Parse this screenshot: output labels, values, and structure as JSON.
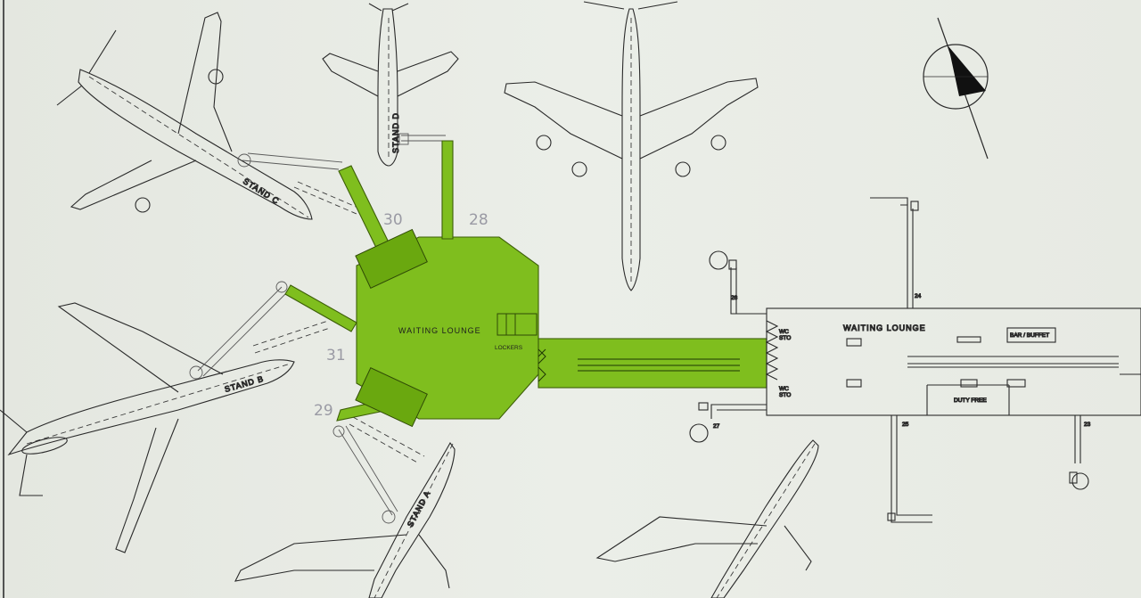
{
  "lounge_main": "WAITING LOUNGE",
  "lounge_east": "WAITING LOUNGE",
  "bar": "BAR / BUFFET",
  "duty_free": "DUTY FREE",
  "lockers": "LOCKERS",
  "wc_sto_1": "WC",
  "wc_sto_1b": "STO",
  "wc_sto_2": "WC",
  "wc_sto_2b": "STO",
  "stand_a": "STAND A",
  "stand_b": "STAND B",
  "stand_c": "STAND C",
  "stand_d": "STAND D",
  "gates": [
    "30",
    "28",
    "31",
    "29"
  ],
  "gate_east": [
    "26",
    "24",
    "27",
    "25",
    "23"
  ],
  "colors": {
    "green": "#7fbe1e",
    "ink": "#2a2a2a",
    "paper": "#e8ebe4"
  }
}
